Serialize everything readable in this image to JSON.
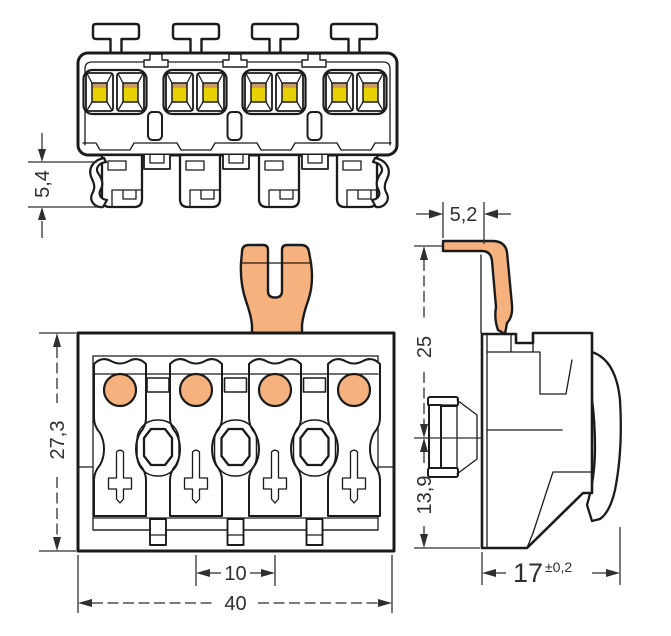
{
  "drawing": {
    "poles": "4",
    "colors": {
      "background": "#ffffff",
      "part_outline": "#1b1b1b",
      "dimension_lines": "#2f2f2f",
      "contact_orange": "#f5b27f",
      "pushbutton_yellow": "#e8d103",
      "contact_tan": "#cf9c66"
    },
    "dims": {
      "rail_height": "5,4",
      "contact_width": "5,2",
      "contact_height": "25",
      "front_height": "27,3",
      "mount_center_height": "13,9",
      "pole_pitch": "10",
      "overall_width": "40",
      "depth": "17",
      "depth_tolerance": "±0,2"
    }
  }
}
